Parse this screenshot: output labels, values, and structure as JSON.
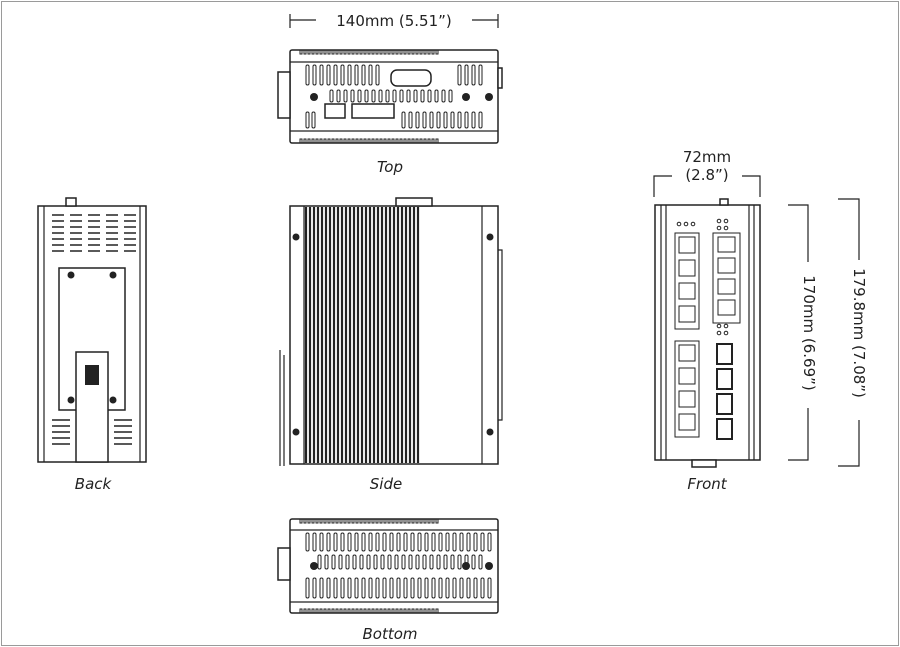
{
  "views": {
    "top": "Top",
    "back": "Back",
    "side": "Side",
    "front": "Front",
    "bottom": "Bottom"
  },
  "dimensions": {
    "width": "140mm (5.51”)",
    "depth_mm": "72mm",
    "depth_in": "(2.8”)",
    "height_body": "170mm (6.69”)",
    "height_total": "179.8mm (7.08”)"
  }
}
